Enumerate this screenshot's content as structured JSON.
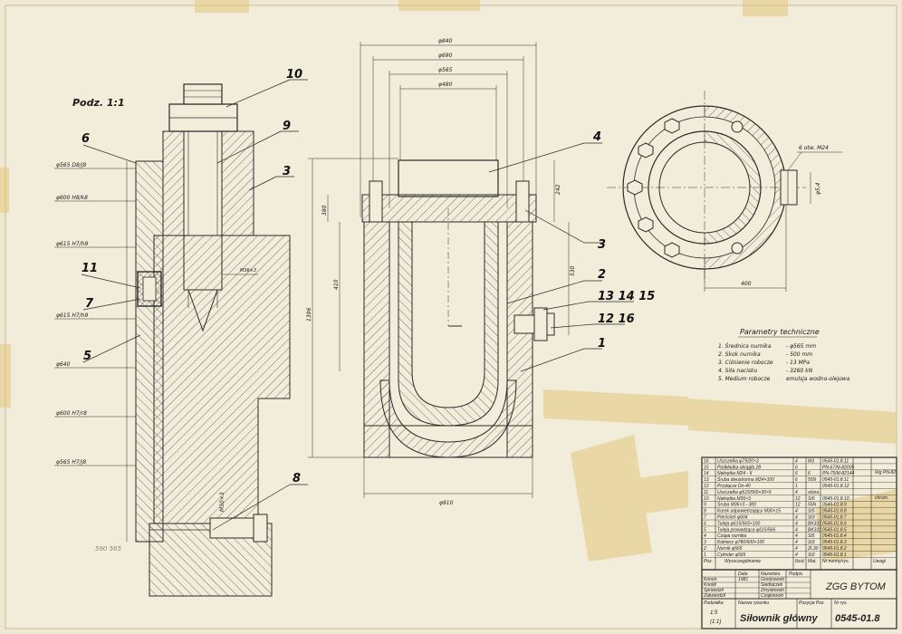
{
  "scale_label": "Podz. 1:1",
  "colors": {
    "paper": "#efe8d4",
    "ink": "#2a2a2a",
    "tape": "#e8cf8a"
  },
  "left_view": {
    "fits": [
      "φ565 D8/j8",
      "φ600 H8/k8",
      "φ615 H7/h9",
      "φ615 H7/h9",
      "φ640",
      "φ600 H7/r8",
      "φ565 H7/j8"
    ],
    "thread_label": "M36×3",
    "side_dim": "M30×3",
    "corner_note": "590"
  },
  "center_view": {
    "top_dims": [
      "φ840",
      "φ690",
      "φ565",
      "φ480"
    ],
    "bottom_dim": "φ910",
    "left_dims": [
      "380",
      "410",
      "1396"
    ],
    "right_dims": [
      "242",
      "530"
    ]
  },
  "right_view": {
    "bolt_note": "6 otw. M24",
    "dia_label": "φ5,4",
    "bottom_dim": "400"
  },
  "callouts": [
    "10",
    "9",
    "6",
    "3",
    "11",
    "7",
    "5",
    "8",
    "4",
    "3",
    "2",
    "13 14 15",
    "12 16",
    "1"
  ],
  "params": {
    "title": "Parametry techniczne",
    "items": [
      {
        "label": "1. Średnica nurnika",
        "value": "- φ565 mm"
      },
      {
        "label": "2. Skok nurnika",
        "value": "- 500 mm"
      },
      {
        "label": "3. Ciśnienie robocze",
        "value": "- 13 MPa"
      },
      {
        "label": "4. Siła nacisku",
        "value": "- 3260 kN"
      },
      {
        "label": "5. Medium robocze",
        "value": "emulsja wodno-olejowa"
      }
    ]
  },
  "bom": {
    "rows": [
      [
        "16",
        "Uszczelka φ79/20×3",
        "4",
        "M3",
        "0545-01.8.11"
      ],
      [
        "15",
        "Podkładka okrągła 28",
        "6",
        "",
        "PN-67/M-82005"
      ],
      [
        "14",
        "Nakrętka M24 - II",
        "6",
        "6",
        "PN-75/M-82144"
      ],
      [
        "13",
        "Śruba dwustronna M24×100",
        "6",
        "55N",
        "0545-01.8.11"
      ],
      [
        "12",
        "Przyłącze Dn-40",
        "1",
        "",
        "0545-01.8.12"
      ],
      [
        "11",
        "Uszczelka φ615/565×30×5",
        "4",
        "skóra",
        ""
      ],
      [
        "10",
        "Nakrętka M36×3",
        "12",
        "St5",
        "0545-01.8.10"
      ],
      [
        "9",
        "Śruba M36×3 - 300",
        "12",
        "55N",
        "0545-01.8.9"
      ],
      [
        "8",
        "Korek odpowietrzający M30×15",
        "4",
        "St5",
        "0545-01.8.8"
      ],
      [
        "7",
        "Pierścień φ604",
        "4",
        "St3",
        "0545-01.8.7"
      ],
      [
        "6",
        "Tuleja φ615/565×100",
        "4",
        "BK331",
        "0545-01.8.6"
      ],
      [
        "5",
        "Tuleja prowadząca φ615/565",
        "4",
        "BK331",
        "0545-01.8.5"
      ],
      [
        "4",
        "Czapa nurnika",
        "4",
        "St5",
        "0545-01.8.4"
      ],
      [
        "3",
        "Kołnierz φ780/600×100",
        "4",
        "St3",
        "0545-01.8.3"
      ],
      [
        "2",
        "Nurnik φ565",
        "4",
        "ZL30",
        "0545-01.8.2"
      ],
      [
        "1",
        "Cylinder φ565",
        "4",
        "St3",
        "0545-01.8.1"
      ]
    ],
    "header": [
      "Poz.",
      "Wyszczególnienie",
      "Ilość",
      "Mat.",
      "Nr normy/rys.",
      "Uwagi"
    ],
    "right_notes": [
      "Wg PN-82",
      "chrom."
    ]
  },
  "title_block": {
    "company": "ZGG BYTOM",
    "roles": [
      "Konstr.",
      "Kreślił",
      "Sprawdził",
      "Zatwierdził"
    ],
    "col_labels": [
      "Data",
      "Nazwisko",
      "Podpis"
    ],
    "date": "1981",
    "names": [
      "Grodzowski",
      "Siedlaczek",
      "Zmysłowski",
      "Czajkowski"
    ],
    "section_labels": [
      "Podziałka",
      "Nazwa rysunku",
      "Pozycja Poz.",
      "Nr rys."
    ],
    "scale_values": [
      "1:5",
      "(1:1)"
    ],
    "drawing_name": "Siłownik główny",
    "drawing_no": "0545-01.8"
  },
  "faint_note": "590  565"
}
